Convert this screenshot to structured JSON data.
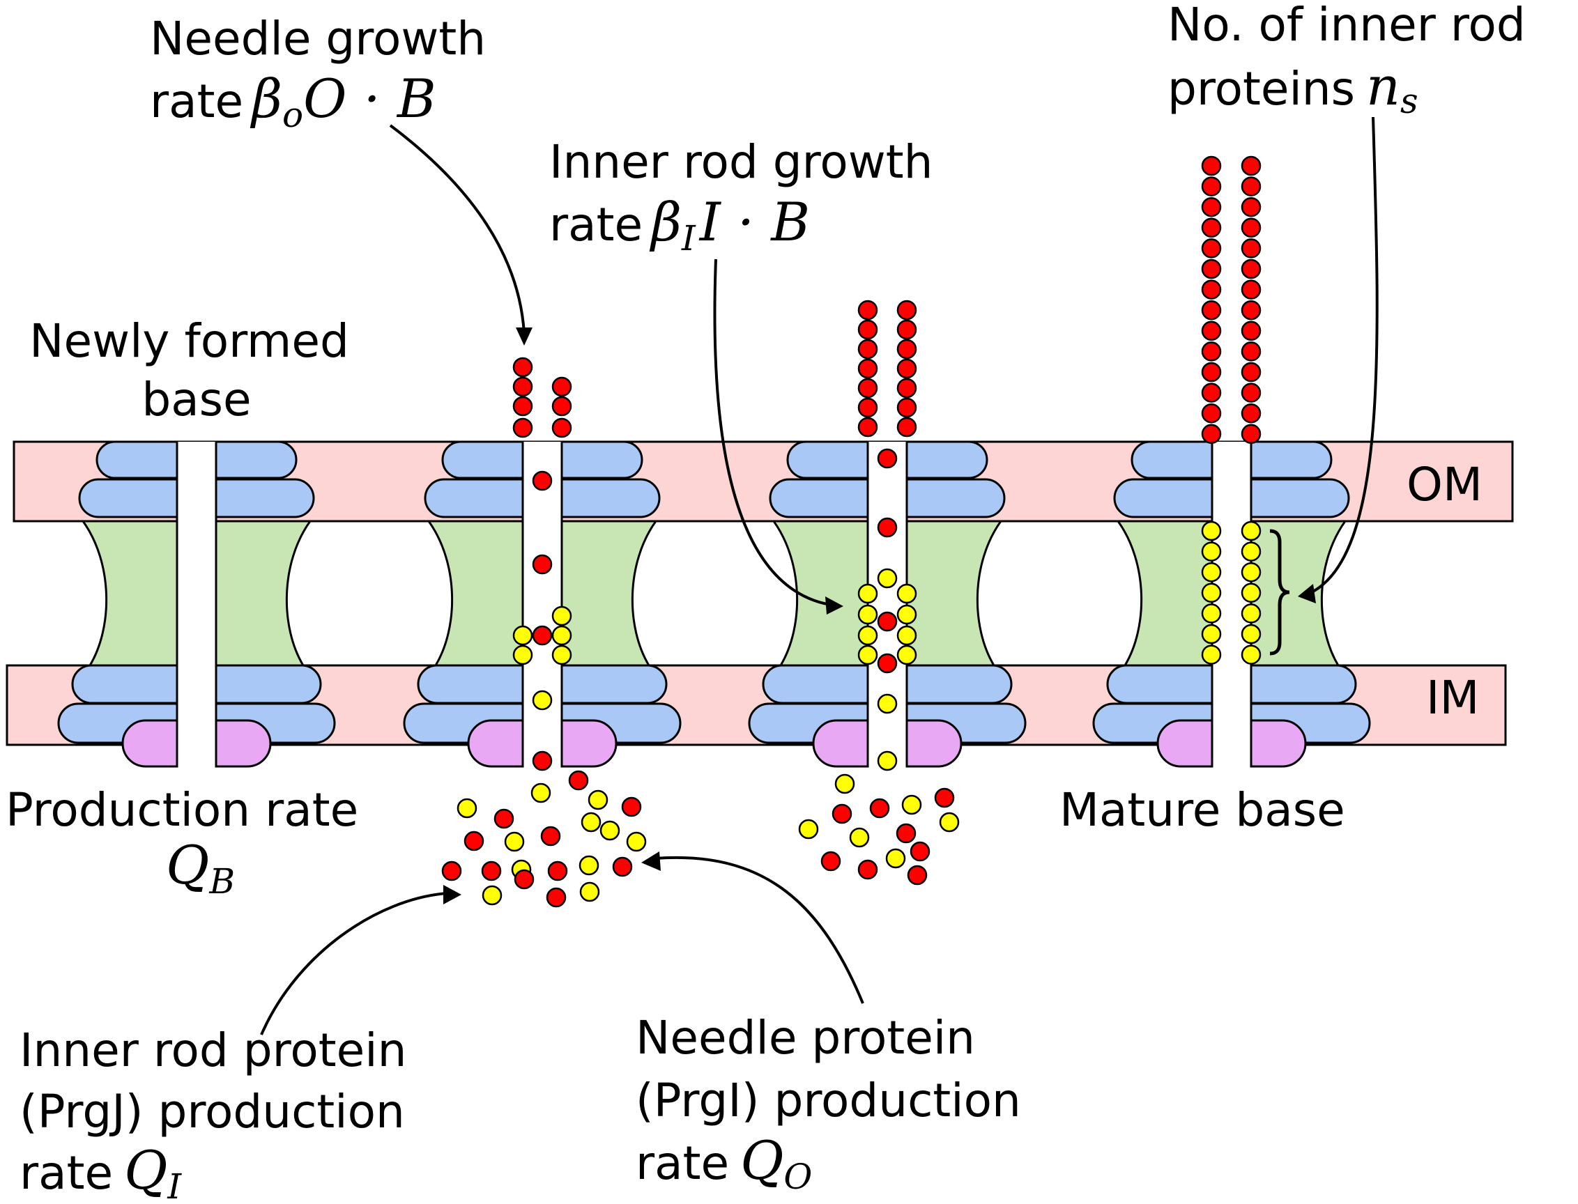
{
  "colors": {
    "membrane": "#fdd5d5",
    "ring": "#a9c8f6",
    "channel": "#c8e6b4",
    "sorting_platform": "#e8a8f3",
    "needle_protein": "#ff0000",
    "inner_rod_protein": "#ffff00",
    "outline": "#000000"
  },
  "membranes": {
    "outer": "OM",
    "inner": "IM"
  },
  "stages": {
    "newly_formed": {
      "label_line1": "Newly formed",
      "label_line2": "base"
    },
    "mature": {
      "label": "Mature base"
    }
  },
  "labels": {
    "production_rate": {
      "text": "Production rate",
      "symbol": "Q",
      "subscript": "B"
    },
    "needle_growth": {
      "line1": "Needle growth",
      "line2": "rate",
      "beta": "β",
      "beta_sub": "o",
      "rest": "O · B"
    },
    "inner_rod_growth": {
      "line1": "Inner rod growth",
      "line2": "rate",
      "beta": "β",
      "beta_sub": "I",
      "rest": "I · B"
    },
    "inner_rod_count": {
      "line1": "No. of inner rod",
      "line2": "proteins",
      "symbol": "n",
      "subscript": "s"
    },
    "inner_rod_production": {
      "line1": "Inner rod protein",
      "line2": "(PrgJ)  production",
      "line3": "rate",
      "symbol": "Q",
      "subscript": "I"
    },
    "needle_production": {
      "line1": "Needle protein",
      "line2": "(PrgI) production",
      "line3": "rate",
      "symbol": "Q",
      "subscript": "O"
    }
  }
}
